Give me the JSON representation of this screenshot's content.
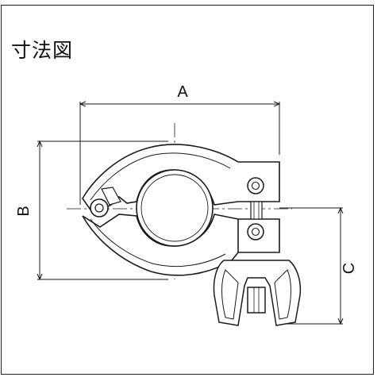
{
  "title": "寸法図",
  "dimensions": {
    "a": "A",
    "b": "B",
    "c": "C"
  },
  "colors": {
    "stroke": "#1a1a1a",
    "background": "#ffffff"
  }
}
